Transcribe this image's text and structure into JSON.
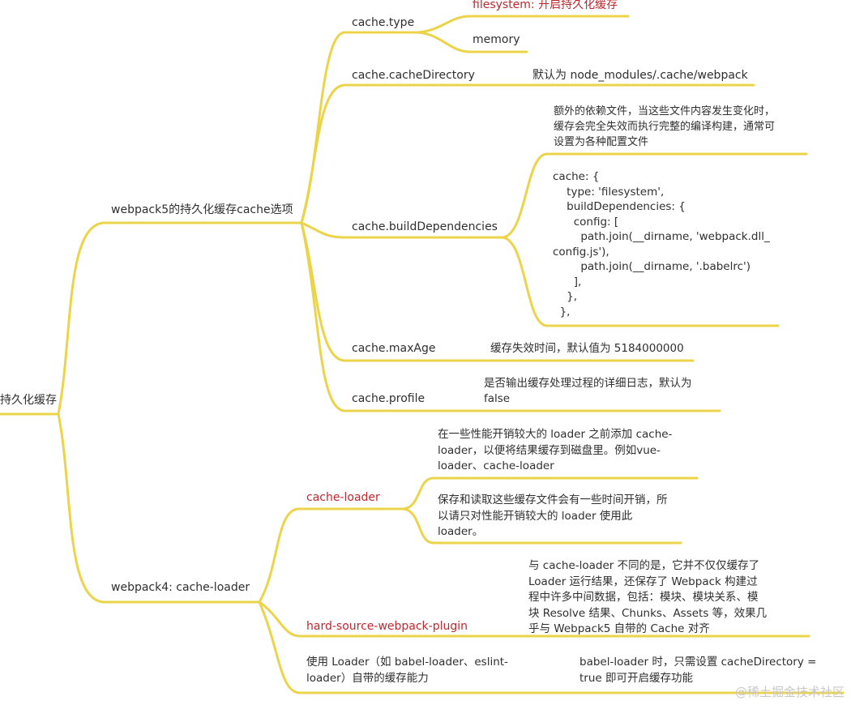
{
  "root": {
    "label": "持久化缓存"
  },
  "webpack5": {
    "label": "webpack5的持久化缓存cache选项",
    "type": {
      "label": "cache.type",
      "filesystem": "filesystem: 开启持久化缓存",
      "memory": "memory"
    },
    "cacheDirectory": {
      "label": "cache.cacheDirectory",
      "desc": "默认为 node_modules/.cache/webpack"
    },
    "buildDependencies": {
      "label": "cache.buildDependencies",
      "desc": "额外的依赖文件，当这些文件内容发生变化时，\n缓存会完全失效而执行完整的编译构建，通常可\n设置为各种配置文件",
      "code": "cache: {\n    type: 'filesystem',\n    buildDependencies: {\n      config: [\n        path.join(__dirname, 'webpack.dll_\nconfig.js'),\n        path.join(__dirname, '.babelrc')\n      ],\n    },\n  },"
    },
    "maxAge": {
      "label": "cache.maxAge",
      "desc": "缓存失效时间，默认值为 5184000000"
    },
    "profile": {
      "label": "cache.profile",
      "desc": "是否输出缓存处理过程的详细日志，默认为\nfalse"
    }
  },
  "webpack4": {
    "label": "webpack4: cache-loader",
    "cacheLoader": {
      "label": "cache-loader",
      "desc1": "在一些性能开销较大的 loader 之前添加 cache-\nloader，以便将结果缓存到磁盘里。例如vue-\nloader、cache-loader",
      "desc2": "保存和读取这些缓存文件会有一些时间开销，所\n以请只对性能开销较大的 loader 使用此\nloader。"
    },
    "hardSource": {
      "label": "hard-source-webpack-plugin",
      "desc": "与 cache-loader 不同的是，它并不仅仅缓存了\nLoader 运行结果，还保存了 Webpack 构建过\n程中许多中间数据，包括：模块、模块关系、模\n块 Resolve 结果、Chunks、Assets 等，效果几\n乎与 Webpack5 自带的 Cache 对齐"
    },
    "loaderCache": {
      "label": "使用 Loader（如 babel-loader、eslint-\nloader）自带的缓存能力",
      "desc": "babel-loader 时，只需设置 cacheDirectory =\ntrue 即可开启缓存功能"
    }
  },
  "watermark": "@稀土掘金技术社区",
  "colors": {
    "branch": "#ecd44a",
    "highlight": "#c1272d",
    "text": "#2f2f2f"
  }
}
